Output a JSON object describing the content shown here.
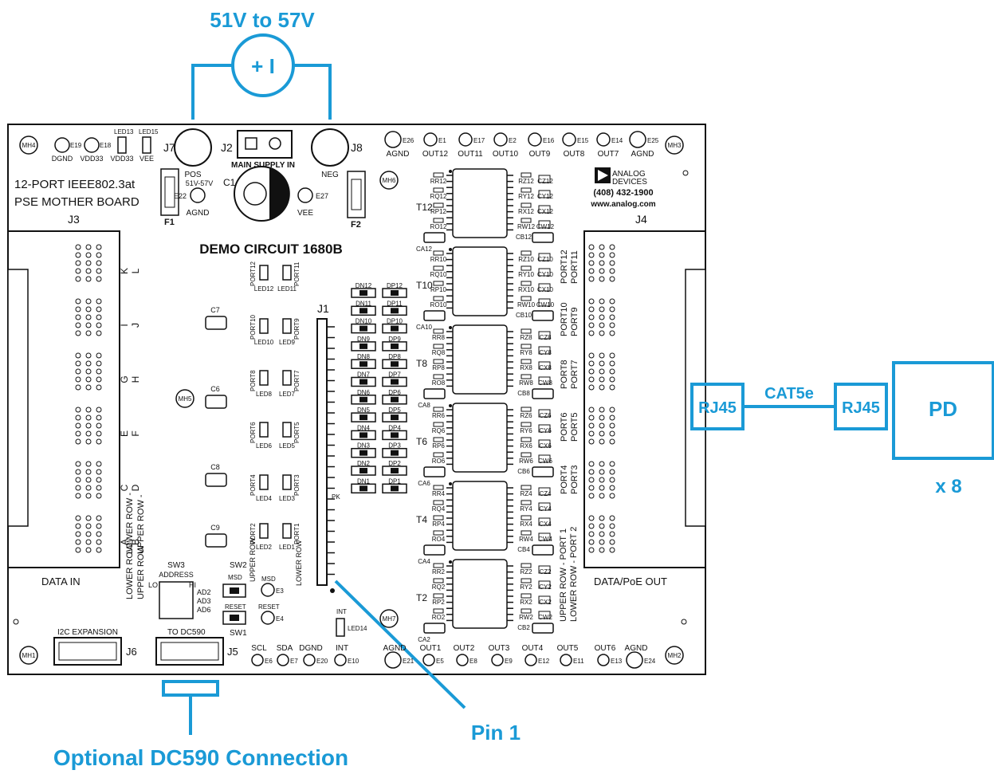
{
  "colors": {
    "accent": "#1a9ad6",
    "board": "#111111"
  },
  "supply_label": "51V to 57V",
  "supply_symbol": "+ I",
  "pin1_label": "Pin 1",
  "dc590_label": "Optional DC590 Connection",
  "board": {
    "title_line1": "12-PORT IEEE802.3at",
    "title_line2": "PSE MOTHER BOARD",
    "demo": "DEMO CIRCUIT 1680B",
    "main_supply": "MAIN SUPPLY IN",
    "j7": "J7",
    "j2": "J2",
    "j8": "J8",
    "c1": "C1",
    "pos": "POS",
    "pos_range": "51V-57V",
    "neg": "NEG",
    "f1": "F1",
    "f2": "F2",
    "e22": "E22",
    "e22_name": "AGND",
    "e27": "E27",
    "e27_name": "VEE",
    "j3": "J3",
    "j4": "J4",
    "j1": "J1",
    "j5": "J5",
    "j6": "J6",
    "data_in": "DATA IN",
    "data_out": "DATA/PoE OUT",
    "i2c": "I2C EXPANSION",
    "to_dc590": "TO DC590",
    "adi_line1": "ANALOG",
    "adi_line2": "DEVICES",
    "phone": "(408) 432-1900",
    "web": "www.analog.com",
    "sw3": "SW3",
    "address": "ADDRESS",
    "lo": "LO",
    "hi": "HI",
    "ad2": "AD2",
    "ad3": "AD3",
    "ad6": "AD6",
    "sw1": "SW1",
    "sw2": "SW2",
    "msd": "MSD",
    "reset": "RESET",
    "e3": "E3",
    "e4": "E4",
    "lower_row_ab": "LOWER ROW -",
    "upper_row_ab": "UPPER ROW -",
    "lower_row_left": "LOWER ROW",
    "upper_row_left": "UPPER ROW",
    "led14": "LED14",
    "int": "INT",
    "pk": "PK",
    "upper_row_port1": "UPPER ROW - PORT 1",
    "lower_row_port2": "LOWER ROW - PORT 2",
    "mh": [
      "MH1",
      "MH2",
      "MH3",
      "MH4",
      "MH5",
      "MH6",
      "MH7"
    ],
    "top_left": [
      {
        "t": "DGND",
        "e": "E19"
      },
      {
        "t": "VDD33",
        "e": "E18"
      },
      {
        "t": "VDD33",
        "e": "LED13"
      },
      {
        "t": "VEE",
        "e": "LED15"
      }
    ],
    "top_points": [
      {
        "t": "AGND",
        "e": "E26"
      },
      {
        "t": "OUT12",
        "e": "E1"
      },
      {
        "t": "OUT11",
        "e": "E17"
      },
      {
        "t": "OUT10",
        "e": "E2"
      },
      {
        "t": "OUT9",
        "e": "E16"
      },
      {
        "t": "OUT8",
        "e": "E15"
      },
      {
        "t": "OUT7",
        "e": "E14"
      },
      {
        "t": "AGND",
        "e": "E25"
      }
    ],
    "bottom_points": [
      {
        "t": "SCL",
        "e": "E6"
      },
      {
        "t": "SDA",
        "e": "E7"
      },
      {
        "t": "DGND",
        "e": "E20"
      },
      {
        "t": "INT",
        "e": "E10"
      },
      {
        "t": "AGND",
        "e": "E21"
      },
      {
        "t": "OUT1",
        "e": "E5"
      },
      {
        "t": "OUT2",
        "e": "E8"
      },
      {
        "t": "OUT3",
        "e": "E9"
      },
      {
        "t": "OUT4",
        "e": "E12"
      },
      {
        "t": "OUT5",
        "e": "E11"
      },
      {
        "t": "OUT6",
        "e": "E13"
      },
      {
        "t": "AGND",
        "e": "E24"
      }
    ],
    "j3_letters": [
      "K",
      "L",
      "I",
      "J",
      "G",
      "H",
      "E",
      "F",
      "C",
      "D",
      "A",
      "B"
    ],
    "caps": [
      "C7",
      "C6",
      "C8",
      "C9"
    ],
    "leds": [
      {
        "a": "PORT12",
        "la": "LED12",
        "b": "PORT11",
        "lb": "LED11"
      },
      {
        "a": "PORT10",
        "la": "LED10",
        "b": "PORT9",
        "lb": "LED9"
      },
      {
        "a": "PORT8",
        "la": "LED8",
        "b": "PORT7",
        "lb": "LED7"
      },
      {
        "a": "PORT6",
        "la": "LED6",
        "b": "PORT5",
        "lb": "LED5"
      },
      {
        "a": "PORT4",
        "la": "LED4",
        "b": "PORT3",
        "lb": "LED3"
      },
      {
        "a": "PORT2",
        "la": "LED2",
        "b": "PORT1",
        "lb": "LED1"
      }
    ],
    "diodes": [
      [
        "DN12",
        "DP12"
      ],
      [
        "DN11",
        "DP11"
      ],
      [
        "DN10",
        "DP10"
      ],
      [
        "DN9",
        "DP9"
      ],
      [
        "DN8",
        "DP8"
      ],
      [
        "DN7",
        "DP7"
      ],
      [
        "DN6",
        "DP6"
      ],
      [
        "DN5",
        "DP5"
      ],
      [
        "DN4",
        "DP4"
      ],
      [
        "DN3",
        "DP3"
      ],
      [
        "DN2",
        "DP2"
      ],
      [
        "DN1",
        "DP1"
      ]
    ],
    "transformers": [
      {
        "t": "T12",
        "n": "12",
        "ca": "CA12",
        "cb": "CB12"
      },
      {
        "t": "T10",
        "n": "10",
        "ca": "CA10",
        "cb": "CB10"
      },
      {
        "t": "T8",
        "n": "8",
        "ca": "CA8",
        "cb": "CB8"
      },
      {
        "t": "T6",
        "n": "6",
        "ca": "CA6",
        "cb": "CB6"
      },
      {
        "t": "T4",
        "n": "4",
        "ca": "CA4",
        "cb": "CB4"
      },
      {
        "t": "T2",
        "n": "2",
        "ca": "CA2",
        "cb": "CB2"
      }
    ],
    "port_pairs": [
      [
        "PORT12",
        "PORT11"
      ],
      [
        "PORT10",
        "PORT9"
      ],
      [
        "PORT8",
        "PORT7"
      ],
      [
        "PORT6",
        "PORT5"
      ],
      [
        "PORT4",
        "PORT3"
      ]
    ]
  },
  "link": {
    "rj45_left": "RJ45",
    "cable": "CAT5e",
    "rj45_right": "RJ45",
    "pd": "PD",
    "multiplier": "x 8"
  }
}
